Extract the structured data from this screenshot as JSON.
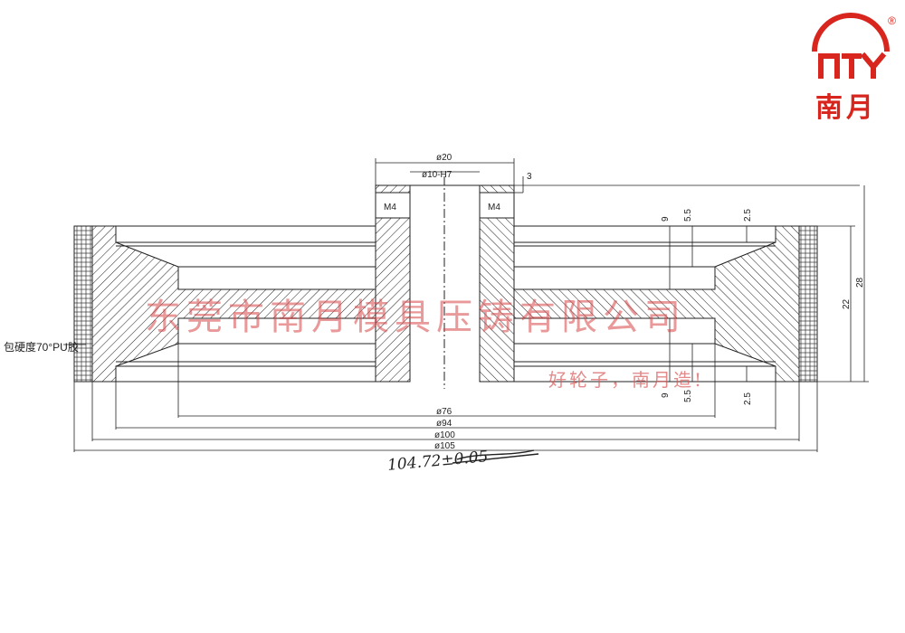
{
  "logo": {
    "text": "南月",
    "registered": "®",
    "color": "#d8251d"
  },
  "watermark": {
    "company": "东莞市南月模具压铸有限公司",
    "slogan": "好轮子，南月造!"
  },
  "notes": {
    "pu_material": "包硬度70°PU胶",
    "handwritten": "104.72±0.05"
  },
  "dimensions": {
    "d20": "ø20",
    "d10": "ø10-H7",
    "d76": "ø76",
    "d94": "ø94",
    "d100": "ø100",
    "d105": "ø105",
    "t3": "3",
    "m4_left": "M4",
    "m4_right": "M4",
    "v9_top": "9",
    "v55_top": "5.5",
    "v25_top": "2.5",
    "v9_bot": "9",
    "v55_bot": "5.5",
    "v25_bot": "2.5",
    "h22": "22",
    "h28": "28"
  },
  "colors": {
    "line": "#222222",
    "brand_red": "#d8251d"
  }
}
